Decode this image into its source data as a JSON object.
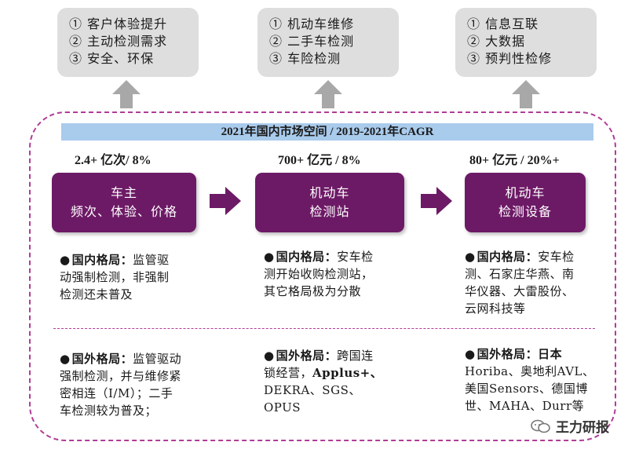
{
  "drivers": [
    {
      "lines": [
        "① 客户体验提升",
        "② 主动检测需求",
        "③ 安全、环保"
      ]
    },
    {
      "lines": [
        "① 机动车维修",
        "② 二手车检测",
        "③ 车险检测"
      ]
    },
    {
      "lines": [
        "① 信息互联",
        "② 大数据",
        "③ 预判性检修"
      ]
    }
  ],
  "band_title": "2021年国内市场空间 / 2019-2021年CAGR",
  "metrics": [
    "2.4+ 亿次/ 8%",
    "700+ 亿元 / 8%",
    "80+ 亿元 / 20%+"
  ],
  "nodes": [
    "车主\n频次、体验、价格",
    "机动车\n检测站",
    "机动车\n检测设备"
  ],
  "domestic": [
    {
      "head": "国内格局：",
      "rows": [
        "监管驱",
        "动强制检测，非强制",
        "检测还未普及"
      ]
    },
    {
      "head": "国内格局：",
      "rows": [
        "安车检",
        "测开始收购检测站，",
        "其它格局极为分散"
      ]
    },
    {
      "head": "国内格局：",
      "rows": [
        "安车检",
        "测、石家庄华燕、南",
        "华仪器、大雷股份、",
        "云网科技等"
      ]
    }
  ],
  "foreign": [
    {
      "head": "国外格局：",
      "rows": [
        "监管驱动",
        "强制检测，并与维修紧",
        "密相连（I/M）；二手",
        "车检测较为普及；"
      ]
    },
    {
      "head": "国外格局：",
      "rows": [
        "跨国连",
        "锁经营，",
        "DEKRA、SGS、",
        "OPUS"
      ],
      "strong": "Applus+、"
    },
    {
      "head": "国外格局：",
      "rows": [
        "",
        "Horiba、奥地利AVL、",
        "美国Sensors、德国博",
        "世、MAHA、Durr等"
      ],
      "strong": "日本"
    }
  ],
  "watermark": "王力研报",
  "colors": {
    "node": "#6d1a66",
    "band": "#a9cbec",
    "frame": "#b03c96",
    "driver_box": "#dedede",
    "up_arrow": "#a8a8a8"
  }
}
